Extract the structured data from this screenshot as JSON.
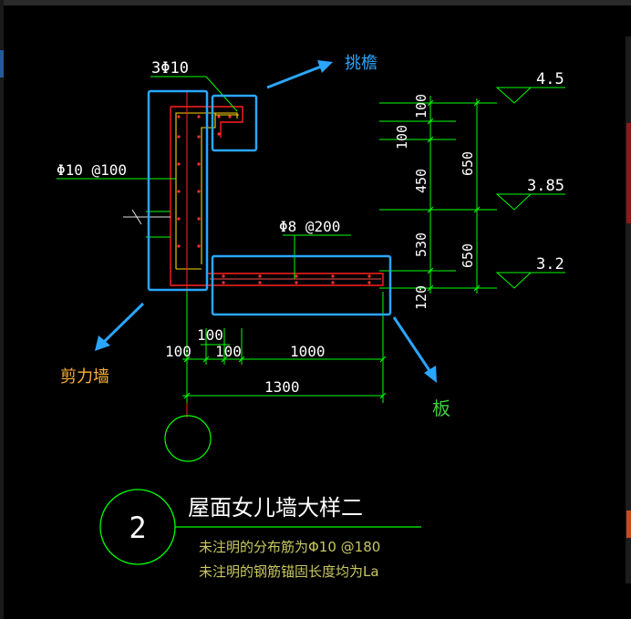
{
  "drawing": {
    "title": "屋面女儿墙大样二",
    "detail_number": "2",
    "notes": [
      "未注明的分布筋为Φ10 @180",
      "未注明的钢筋锚固长度均为La"
    ],
    "rebar_labels": {
      "top_bars": "3Φ10",
      "wall_stirrup": "Φ10 @100",
      "slab_bar": "Φ8 @200"
    },
    "callouts": {
      "eave": "挑檐",
      "shear_wall": "剪力墙",
      "slab": "板"
    },
    "horizontal_dims": {
      "d100_top": "100",
      "d100_left": "100",
      "d100_mid": "100",
      "d1000": "1000",
      "d1300": "1300"
    },
    "vertical_dims": {
      "v100a": "100",
      "v100b": "100",
      "v450": "450",
      "v530": "530",
      "v120": "120",
      "v650a": "650",
      "v650b": "650"
    },
    "elevations": {
      "e1": "4.5",
      "e2": "3.85",
      "e3": "3.2"
    }
  },
  "colors": {
    "background": "#000000",
    "line_green": "#00ff00",
    "line_white": "#ffffff",
    "concrete_red": "#ff2020",
    "rebar_yellow": "#ffd400",
    "highlight_blue": "#2aa6ff",
    "note_yellow": "#c8c860",
    "callout_text_blue": "#2aa6ff",
    "callout_text_orange": "#ffb030",
    "callout_text_green": "#3ad13a"
  }
}
